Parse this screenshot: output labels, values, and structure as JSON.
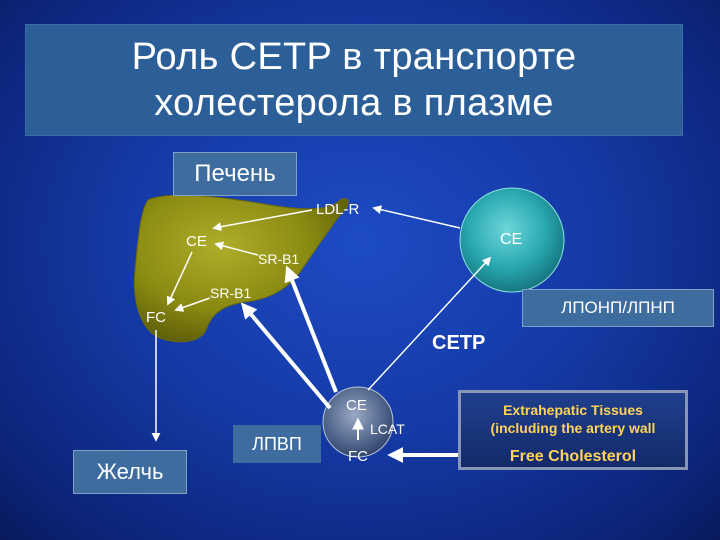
{
  "title": {
    "line1": "Роль CETP в транспорте",
    "line2": "холестерола в плазме"
  },
  "labels": {
    "liver": "Печень",
    "bile": "Желчь",
    "hdl": "ЛПВП",
    "vldl_ldl": "ЛПОНП/ЛПНП"
  },
  "diagram": {
    "ldl_r": "LDL-R",
    "sr_b1_top": "SR-B1",
    "sr_b1_bottom": "SR-B1",
    "liver_ce": "CE",
    "liver_fc": "FC",
    "vldl_ce": "CE",
    "cetp": "CETP",
    "hdl_ce": "CE",
    "hdl_fc": "FC",
    "lcat": "LCAT"
  },
  "tissues": {
    "line1": "Extrahepatic Tissues",
    "line2": "(including the artery wall",
    "free_cholesterol": "Free Cholesterol"
  },
  "colors": {
    "background": "#153aa6",
    "title_box": "#2c5f98",
    "liver": "#8a8a12",
    "vldl_particle": "#2aa9b1",
    "hdl_particle": "#5a6f93",
    "tissue_text": "#ffd35a"
  }
}
